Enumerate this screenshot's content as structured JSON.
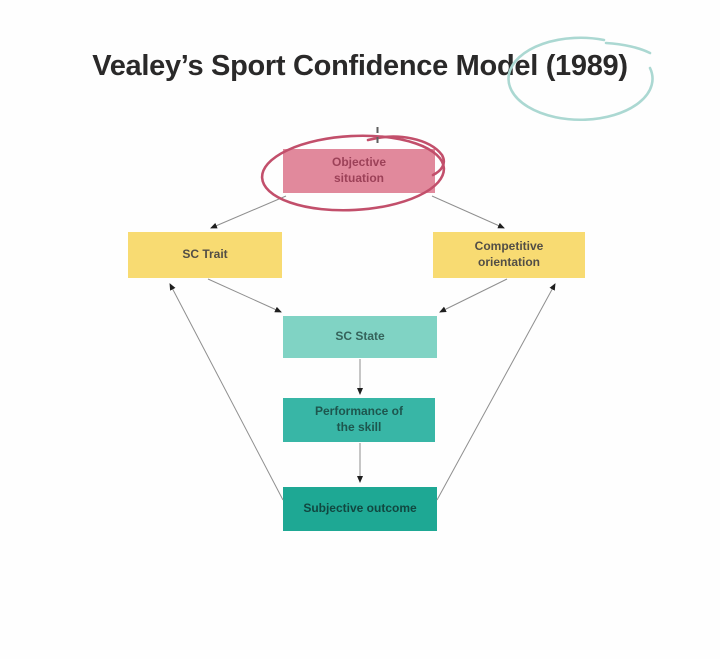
{
  "title": "Vealey’s Sport Confidence Model (1989)",
  "nodes": [
    {
      "id": "objective-situation",
      "label": "Objective situation",
      "fill": "#e1899c",
      "text_color": "#9c4158"
    },
    {
      "id": "sc-trait",
      "label": "SC Trait",
      "fill": "#f8db72",
      "text_color": "#524e46"
    },
    {
      "id": "competitive-orientation",
      "label": "Competitive orientation",
      "fill": "#f8db72",
      "text_color": "#524e46"
    },
    {
      "id": "sc-state",
      "label": "SC State",
      "fill": "#80d3c4",
      "text_color": "#35635b"
    },
    {
      "id": "performance-of-the-skill",
      "label": "Performance of the skill",
      "fill": "#38b6a6",
      "text_color": "#1d564e"
    },
    {
      "id": "subjective-outcome",
      "label": "Subjective outcome",
      "fill": "#1ea894",
      "text_color": "#114740"
    }
  ],
  "edges": [
    {
      "from": "Objective situation",
      "to": "SC Trait"
    },
    {
      "from": "Objective situation",
      "to": "Competitive orientation"
    },
    {
      "from": "SC Trait",
      "to": "SC State"
    },
    {
      "from": "Competitive orientation",
      "to": "SC State"
    },
    {
      "from": "SC State",
      "to": "Performance of the skill"
    },
    {
      "from": "Performance of the skill",
      "to": "Subjective outcome"
    },
    {
      "from": "Subjective outcome",
      "to": "SC Trait"
    },
    {
      "from": "Subjective outcome",
      "to": "Competitive orientation"
    }
  ],
  "annotations": {
    "red_ellipse": {
      "around": "Objective situation",
      "color": "#c24f6b"
    },
    "teal_ellipse": {
      "around": "(1989)",
      "color": "#abd8d2"
    },
    "cursor_mark": {
      "near": "Objective situation",
      "color": "#5f5f5f"
    }
  },
  "colors": {
    "background": "#fefefe",
    "title_text": "#2a2929",
    "connector_line": "#8f8f8f",
    "arrowhead": "#1f1f1f"
  }
}
